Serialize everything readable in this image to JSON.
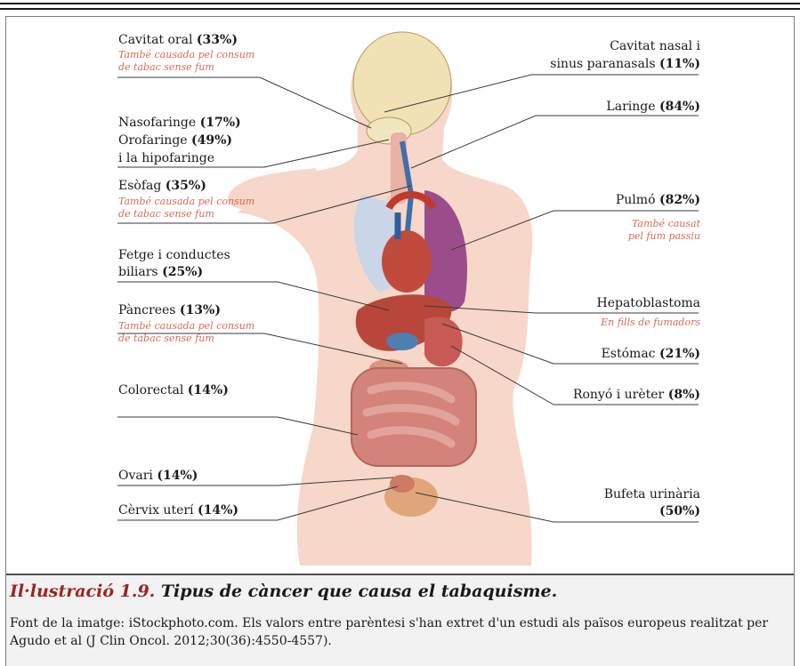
{
  "labels": {
    "cavitat_oral": {
      "name": "Cavitat oral",
      "pct": "(33%)",
      "note": [
        "També causada pel consum",
        "de tabac sense fum"
      ]
    },
    "nasofaringe": {
      "lines": [
        {
          "name": "Nasofaringe",
          "pct": "(17%)"
        },
        {
          "name": "Orofaringe",
          "pct": "(49%)"
        },
        {
          "name": "i la hipofaringe",
          "pct": ""
        }
      ]
    },
    "esofag": {
      "name": "Esòfag",
      "pct": "(35%)",
      "note": [
        "També causada pel consum",
        "de tabac sense fum"
      ]
    },
    "fetge": {
      "line1": "Fetge i conductes",
      "line2": "biliars",
      "pct": "(25%)"
    },
    "pancrees": {
      "name": "Pàncrees",
      "pct": "(13%)",
      "note": [
        "També causada pel consum",
        "de tabac sense fum"
      ]
    },
    "colorectal": {
      "name": "Colorectal",
      "pct": "(14%)"
    },
    "ovari": {
      "name": "Ovari",
      "pct": "(14%)"
    },
    "cervix": {
      "name": "Cèrvix uterí",
      "pct": "(14%)"
    },
    "cavitat_nasal": {
      "line1": "Cavitat nasal i",
      "line2": "sinus paranasals",
      "pct": "(11%)"
    },
    "laringe": {
      "name": "Laringe",
      "pct": "(84%)"
    },
    "pulmo": {
      "name": "Pulmó",
      "pct": "(82%)",
      "note": [
        "També causat",
        "pel fum passiu"
      ]
    },
    "hepatoblastoma": {
      "name": "Hepatoblastoma",
      "note": "En fills de fumadors"
    },
    "estomac": {
      "name": "Estómac",
      "pct": "(21%)"
    },
    "ronyo": {
      "name": "Ronyó i urèter",
      "pct": "(8%)"
    },
    "bufeta": {
      "line1": "Bufeta urinària",
      "pct": "(50%)"
    }
  },
  "caption": {
    "number": "Il·lustració 1.9.",
    "title": "Tipus de càncer que causa el tabaquisme.",
    "text": "Font de la imatge: iStockphoto.com. Els valors entre parèntesi s'han extret d'un estudi als països europeus realitzat per Agudo et al (J Clin Oncol. 2012;30(36):4550-4557)."
  },
  "colors": {
    "accent": "#9b2423",
    "note": "#d96a55",
    "skin": "#f6d7c9"
  }
}
